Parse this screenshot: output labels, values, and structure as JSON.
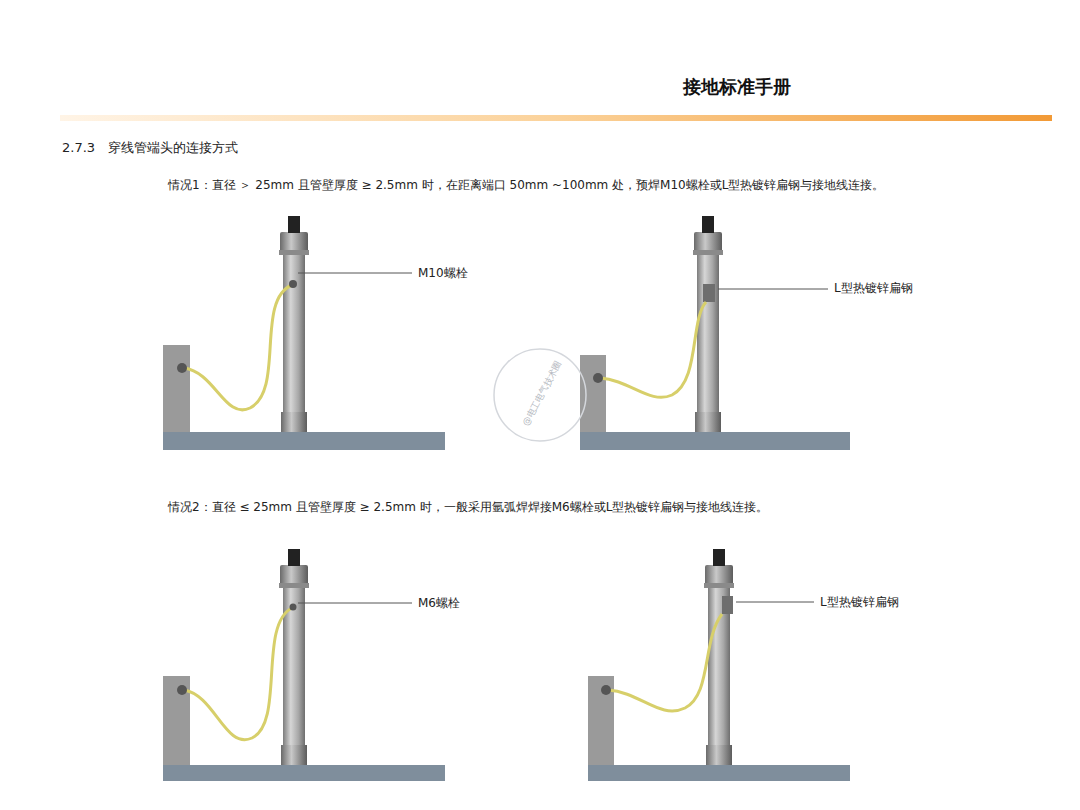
{
  "diagram": {
    "title": "接地标准手册",
    "labels": [
      "2.7.3　穿线管端头的连接方式",
      "情况1：直径 ＞ 25mm 且管壁厚度 ≥ 2.5mm 时，在距离端口 50mm ~100mm 处，预焊M10螺栓或L型热镀锌扁钢与接地线连接。",
      "M10螺栓",
      "L型热镀锌扁钢",
      "@电工电气技术圈",
      "情况2：直径 ≤ 25mm 且管壁厚度 ≥ 2.5mm 时，一般采用氩弧焊焊接M6螺栓或L型热镀锌扁钢与接地线连接。",
      "M6螺栓",
      "L型热镀锌扁钢"
    ]
  }
}
